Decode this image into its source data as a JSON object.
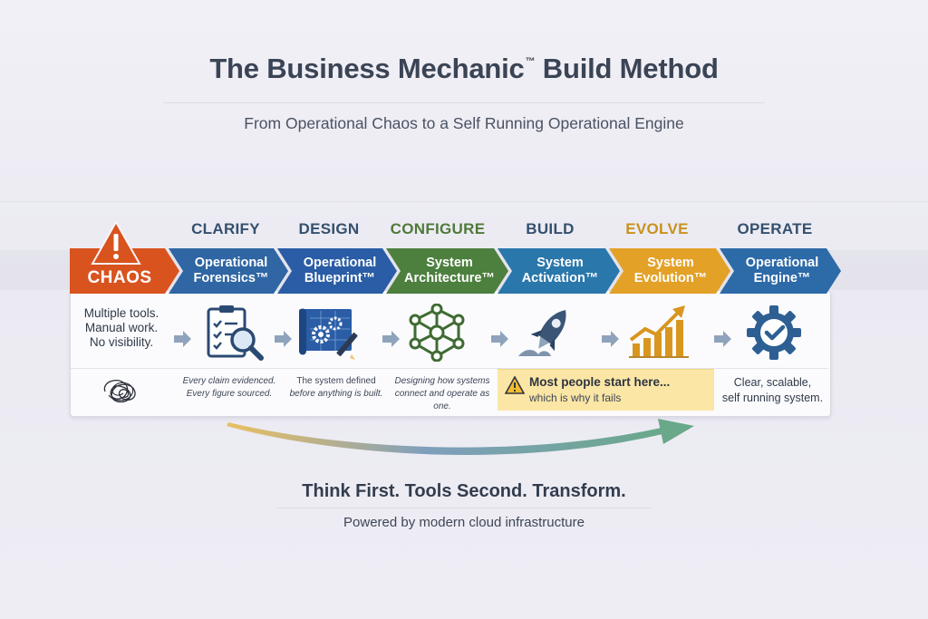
{
  "header": {
    "title": "The Business Mechanic",
    "title_mark": "™",
    "title_suffix": " Build Method",
    "subtitle": "From Operational Chaos to a Self Running Operational Engine"
  },
  "chaos": {
    "label": "CHAOS",
    "color": "#d9531e",
    "description_lines": [
      "Multiple tools.",
      "Manual work.",
      "No visibility."
    ]
  },
  "stages": [
    {
      "stage": "CLARIFY",
      "stage_color": "#34506e",
      "title_lines": [
        "Operational",
        "Forensics™"
      ],
      "color": "#2f66a3",
      "icon": "clipboard-magnifier-icon",
      "note_lines": [
        "Every claim evidenced.",
        "Every figure sourced."
      ]
    },
    {
      "stage": "DESIGN",
      "stage_color": "#34506e",
      "title_lines": [
        "Operational",
        "Blueprint™"
      ],
      "color": "#2a5da5",
      "icon": "blueprint-gears-icon",
      "note_lines": [
        "The system defined",
        "before anything is built."
      ]
    },
    {
      "stage": "CONFIGURE",
      "stage_color": "#4f7a3a",
      "title_lines": [
        "System",
        "Architecture™"
      ],
      "color": "#4d7f3f",
      "icon": "network-nodes-icon",
      "note_lines": [
        "Designing how systems",
        "connect and operate as one."
      ]
    },
    {
      "stage": "BUILD",
      "stage_color": "#34506e",
      "title_lines": [
        "System",
        "Activation™"
      ],
      "color": "#2a77ab",
      "icon": "rocket-icon",
      "note_lines": []
    },
    {
      "stage": "EVOLVE",
      "stage_color": "#c8921d",
      "title_lines": [
        "System",
        "Evolution™"
      ],
      "color": "#e3a128",
      "icon": "growth-chart-icon",
      "note_lines": []
    },
    {
      "stage": "OPERATE",
      "stage_color": "#34506e",
      "title_lines": [
        "Operational",
        "Engine™"
      ],
      "color": "#2d6aa8",
      "icon": "gear-check-icon",
      "note_lines": []
    }
  ],
  "warning": {
    "main": "Most people start here...",
    "sub": "which is why it fails",
    "bg_color": "#fbe6a6"
  },
  "operate_note_lines": [
    "Clear, scalable,",
    "self running system."
  ],
  "tagline": "Think First. Tools Second. Transform.",
  "footer": "Powered by modern cloud infrastructure"
}
